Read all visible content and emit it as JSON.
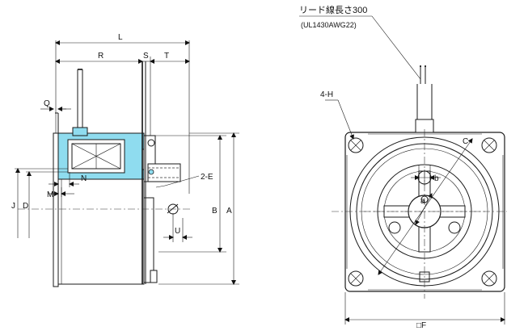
{
  "colors": {
    "highlight": "#8fdcef",
    "line": "#1a1a1a",
    "background": "#ffffff"
  },
  "side_view": {
    "labels": {
      "L": "L",
      "R": "R",
      "S": "S",
      "T": "T",
      "Q": "Q",
      "N": "N",
      "M": "M",
      "J": "J",
      "D": "D",
      "E2": "2-E",
      "U": "U",
      "B": "B",
      "A": "A"
    }
  },
  "front_view": {
    "lead_label": "リード線長さ300",
    "lead_spec": "(UL1430AWG22)",
    "holes_label": "4-H",
    "c_label": "C",
    "b_label": "b",
    "a_label": "a",
    "f_label": "□F"
  }
}
